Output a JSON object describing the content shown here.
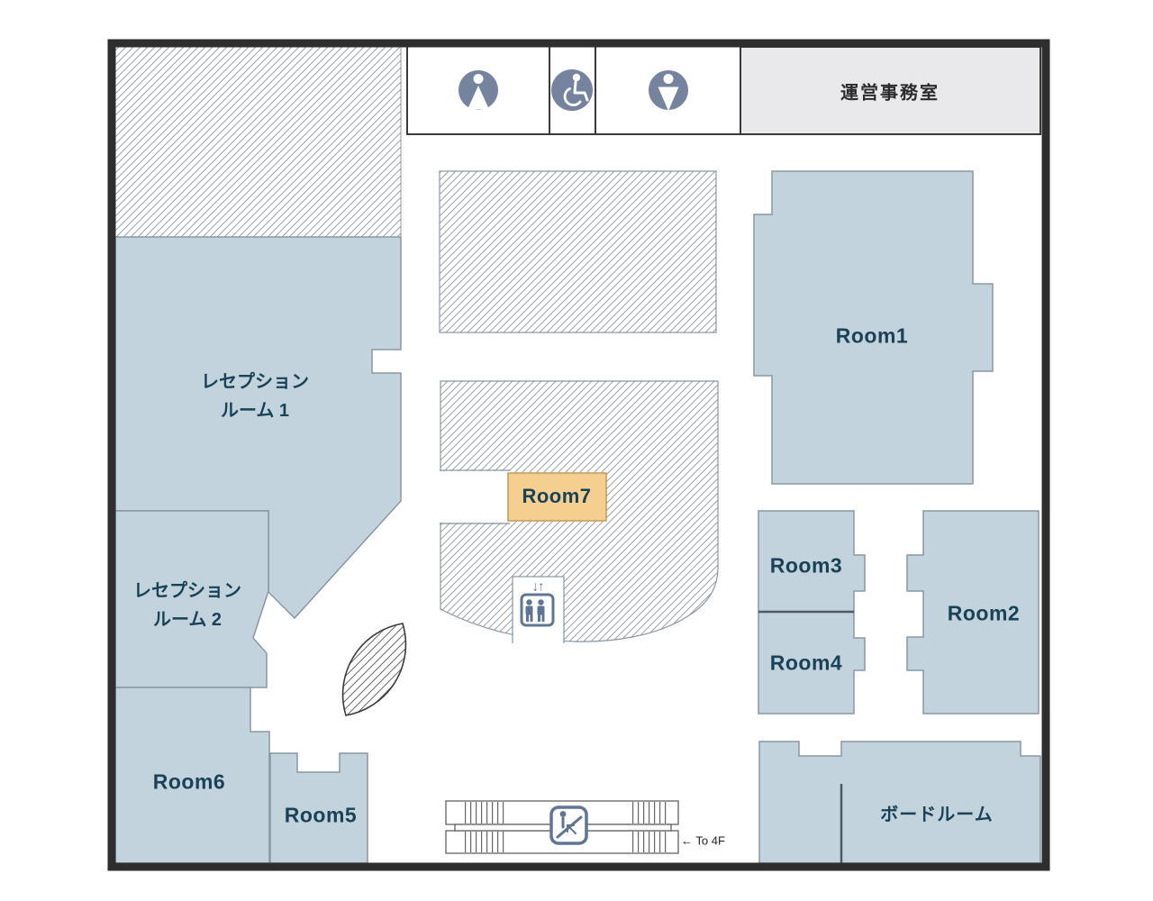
{
  "floorplan": {
    "rooms": {
      "reception1": {
        "line1": "レセプション",
        "line2": "ルーム 1"
      },
      "reception2": {
        "line1": "レセプション",
        "line2": "ルーム 2"
      },
      "room1": {
        "label": "Room1"
      },
      "room2": {
        "label": "Room2"
      },
      "room3": {
        "label": "Room3"
      },
      "room4": {
        "label": "Room4"
      },
      "room5": {
        "label": "Room5"
      },
      "room6": {
        "label": "Room6"
      },
      "room7": {
        "label": "Room7"
      },
      "boardroom": {
        "label": "ボードルーム"
      },
      "office": {
        "label": "運営事務室"
      }
    },
    "annotations": {
      "to_4f": "← To 4F",
      "elevator_arrows": "↓↑"
    },
    "icons": [
      "women-restroom-icon",
      "accessible-restroom-icon",
      "men-restroom-icon",
      "elevator-icon",
      "escalator-icon"
    ],
    "colors": {
      "wall": "#2e2e2e",
      "room_fill": "#c3d3de",
      "room_border": "#8a97a3",
      "label": "#1a4257",
      "highlight_fill": "#f5cf90",
      "highlight_border": "#c09a58",
      "office_fill": "#e9e9eb",
      "office_border": "#3a3a3a",
      "icon": "#76839f",
      "icon_dark": "#5f7593",
      "hatch": "#9aa0a6",
      "divider": "#4d5964",
      "escalator_line": "#555555"
    }
  }
}
